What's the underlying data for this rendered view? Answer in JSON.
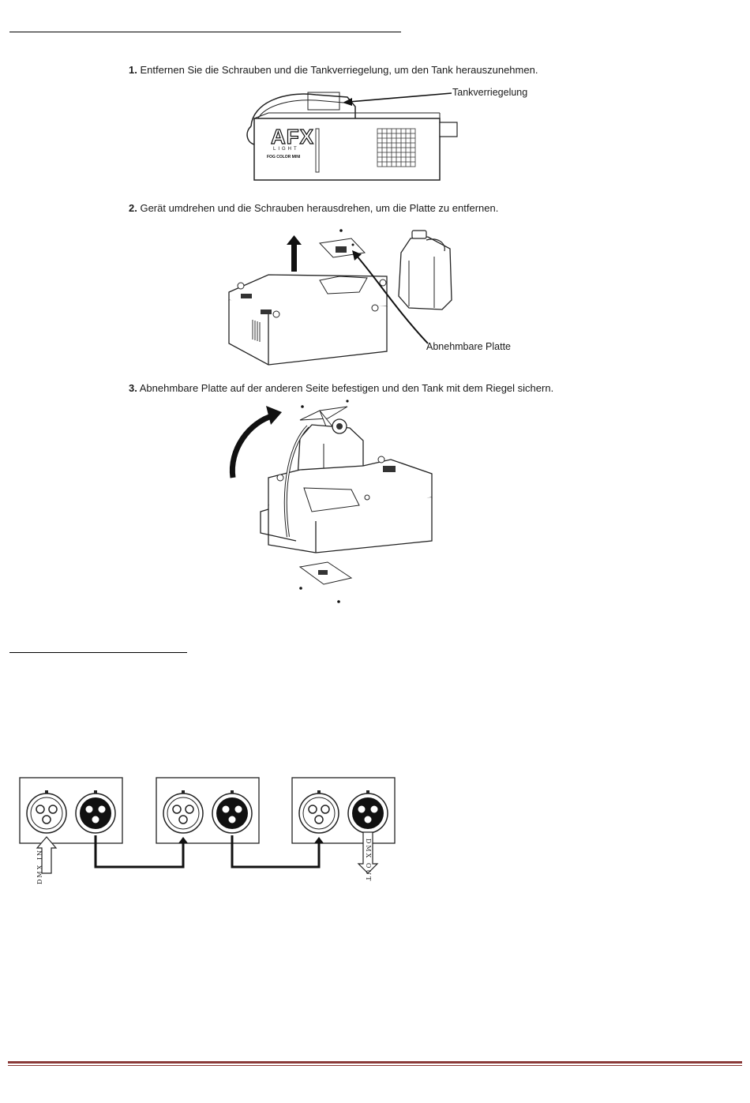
{
  "steps": [
    {
      "number": "1.",
      "text": "Entfernen Sie die Schrauben und die Tankverriegelung, um den Tank herauszunehmen."
    },
    {
      "number": "2.",
      "text": "Gerät umdrehen und die Schrauben herausdrehen, um die Platte zu entfernen."
    },
    {
      "number": "3.",
      "text": "Abnehmbare Platte auf der anderen Seite befestigen und den Tank mit dem Riegel sichern."
    }
  ],
  "callouts": {
    "tank_lock": "Tankverriegelung",
    "removable_plate": "Abnehmbare Platte"
  },
  "device": {
    "logo": "AFX",
    "logo_sub": "LIGHT",
    "model": "FOG COLOR MINI"
  },
  "dmx": {
    "in_label": "DMX IN",
    "out_label": "DMX OUT"
  },
  "colors": {
    "footer": "#8a3a38",
    "line": "#000000"
  }
}
